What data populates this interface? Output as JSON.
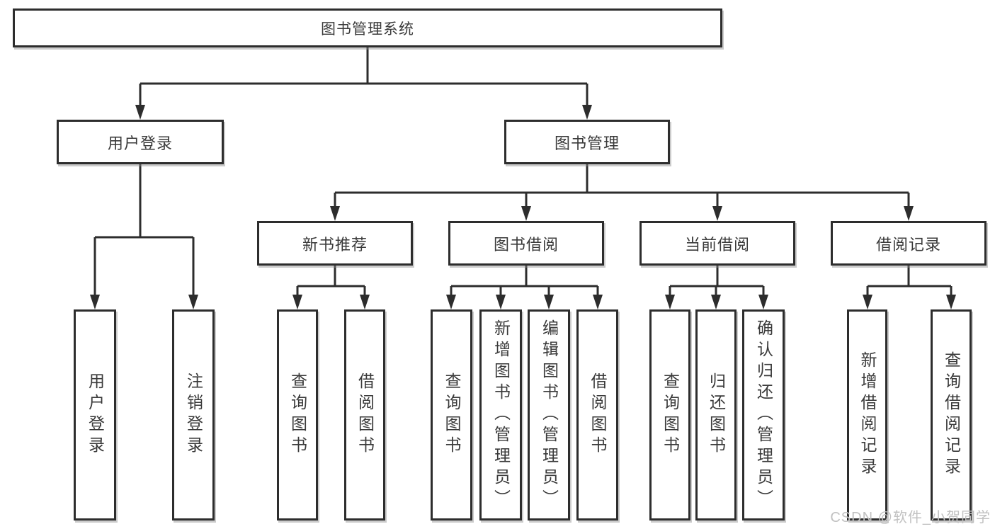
{
  "tree": {
    "root": {
      "label": "图书管理系统"
    },
    "branches": [
      {
        "label": "用户登录",
        "leaves": [
          {
            "label": "用户登录"
          },
          {
            "label": "注销登录"
          }
        ]
      },
      {
        "label": "图书管理",
        "groups": [
          {
            "label": "新书推荐",
            "leaves": [
              {
                "label": "查询图书"
              },
              {
                "label": "借阅图书"
              }
            ]
          },
          {
            "label": "图书借阅",
            "leaves": [
              {
                "label": "查询图书"
              },
              {
                "label": "新增图书（管理员）"
              },
              {
                "label": "编辑图书（管理员）"
              },
              {
                "label": "借阅图书"
              }
            ]
          },
          {
            "label": "当前借阅",
            "leaves": [
              {
                "label": "查询图书"
              },
              {
                "label": "归还图书"
              },
              {
                "label": "确认归还（管理员）"
              }
            ]
          },
          {
            "label": "借阅记录",
            "leaves": [
              {
                "label": "新增借阅记录"
              },
              {
                "label": "查询借阅记录"
              }
            ]
          }
        ]
      }
    ]
  },
  "watermark": {
    "text": "CSDN @软件_小贺同学"
  },
  "colors": {
    "line": "#2d2d2d",
    "border": "#2d2d2d",
    "text": "#3a3a3a",
    "watermark": "#c1c1c1",
    "background": "#ffffff"
  }
}
